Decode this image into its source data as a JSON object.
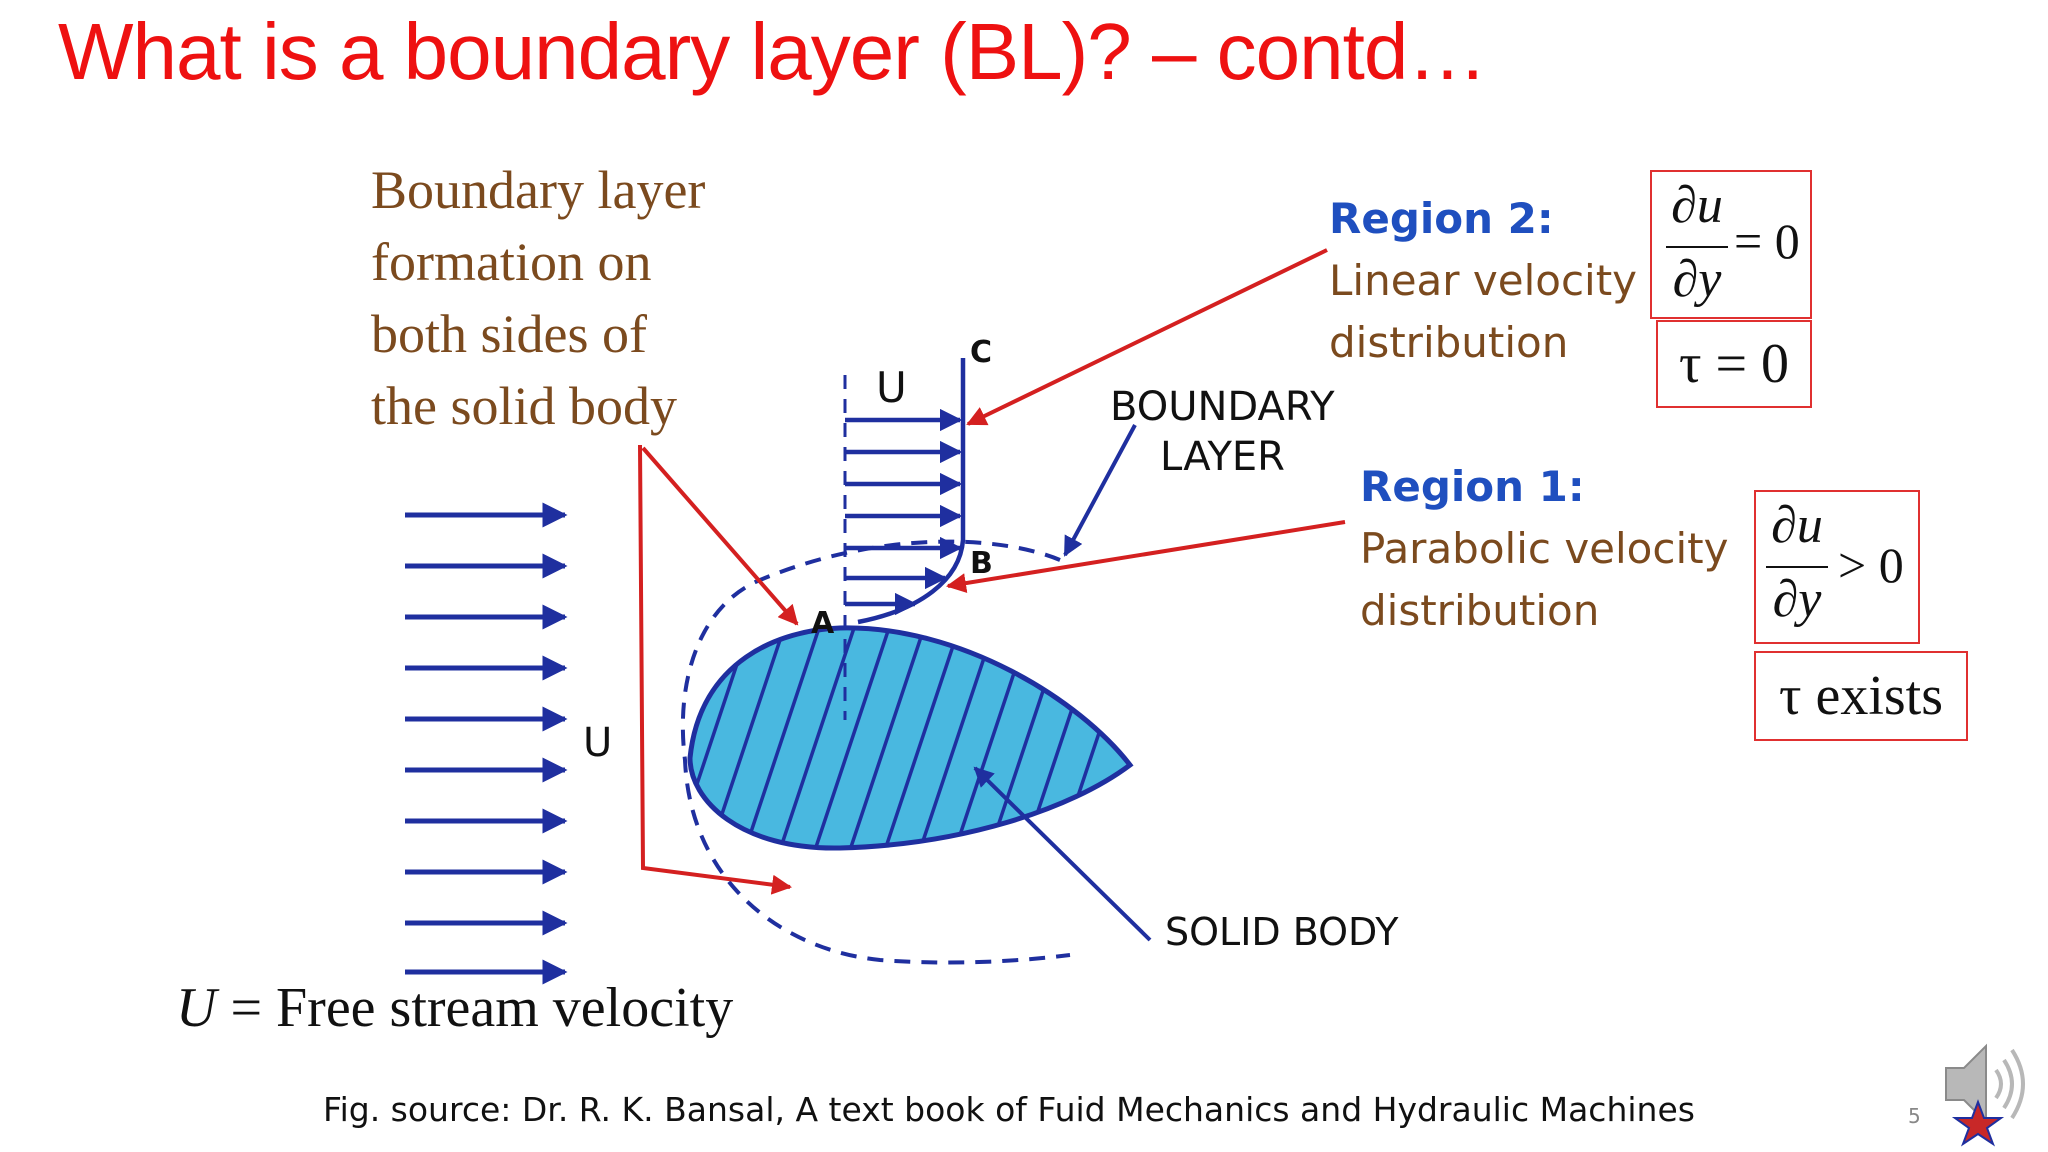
{
  "title": "What is a boundary layer (BL)? – contd…",
  "caption": {
    "lines": [
      "Boundary layer",
      "formation on",
      "both sides of",
      "the solid body"
    ]
  },
  "region2": {
    "title": "Region 2:",
    "lines": [
      "Linear velocity",
      "distribution"
    ],
    "numerator": "∂u",
    "denominator": "∂y",
    "relation": "= 0",
    "tau": "τ = 0"
  },
  "region1": {
    "title": "Region 1:",
    "lines": [
      "Parabolic velocity",
      "distribution"
    ],
    "numerator": "∂u",
    "denominator": "∂y",
    "relation": "> 0",
    "tau": "τ exists"
  },
  "figure": {
    "label_u_left": "U",
    "label_u_top": "U",
    "point_a": "A",
    "point_b": "B",
    "point_c": "C",
    "boundary_layer_line1": "BOUNDARY",
    "boundary_layer_line2": "LAYER",
    "solid_body": "SOLID BODY"
  },
  "freestream": {
    "symbol": "U",
    "text": " = Free stream velocity"
  },
  "source": "Fig. source: Dr. R. K. Bansal, A text book of Fuid Mechanics and Hydraulic Machines",
  "page_number": "5",
  "colors": {
    "title": "#ee1111",
    "caption": "#7b4a1e",
    "region_title": "#1f4fbf",
    "arrow_blue": "#1f2f9f",
    "arrow_red": "#d42020",
    "body_fill": "#49b8e0"
  },
  "icons": [
    "speaker-icon",
    "star-logo-icon"
  ]
}
